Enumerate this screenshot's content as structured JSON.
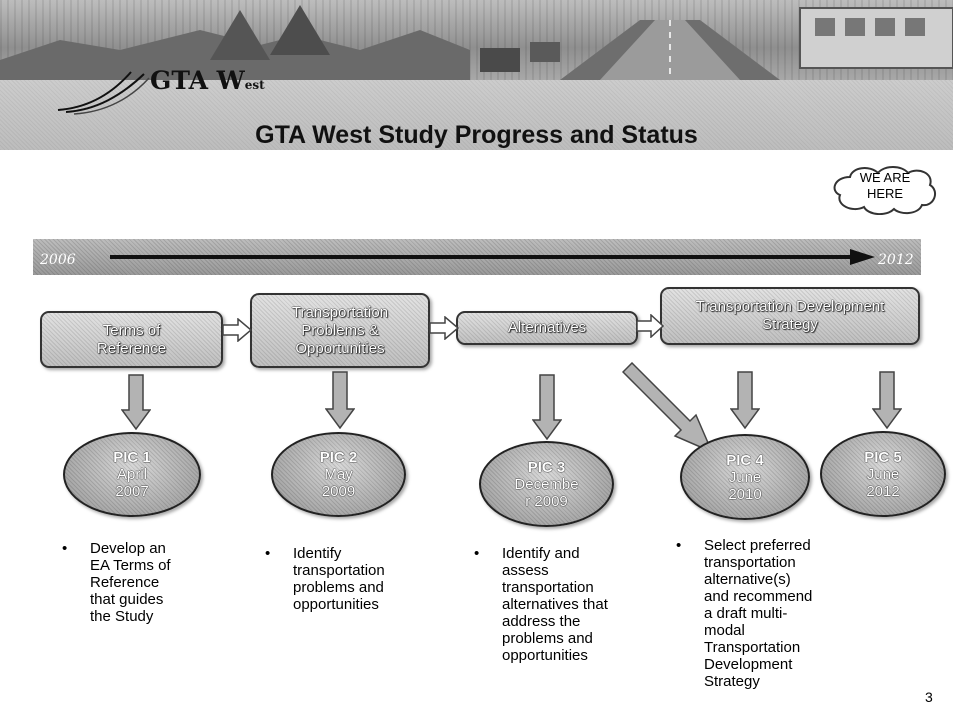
{
  "header": {
    "logo_main": "GTA W",
    "logo_sub": "est",
    "title": "GTA West Study Progress and Status"
  },
  "callout": {
    "line1": "WE ARE",
    "line2": "HERE"
  },
  "timeline": {
    "start_year": "2006",
    "end_year": "2012"
  },
  "phases": [
    {
      "label_lines": [
        "Terms of",
        "Reference"
      ]
    },
    {
      "label_lines": [
        "Transportation",
        "Problems &",
        "Opportunities"
      ]
    },
    {
      "label_lines": [
        "Alternatives"
      ]
    },
    {
      "label_lines": [
        "Transportation Development",
        "Strategy"
      ]
    }
  ],
  "pics": [
    {
      "title": "PIC 1",
      "month": "April",
      "year": "2007"
    },
    {
      "title": "PIC 2",
      "month": "May",
      "year": "2009"
    },
    {
      "title": "PIC 3",
      "month": "Decembe",
      "year": "r 2009"
    },
    {
      "title": "PIC 4",
      "month": "June",
      "year": "2010"
    },
    {
      "title": "PIC 5",
      "month": "June",
      "year": "2012"
    }
  ],
  "bullets": [
    {
      "lines": [
        "Develop an",
        "EA Terms of",
        "Reference",
        "that guides",
        "the Study"
      ]
    },
    {
      "lines": [
        "Identify",
        "transportation",
        "problems and",
        "opportunities"
      ]
    },
    {
      "lines": [
        "Identify and",
        "assess",
        "transportation",
        "alternatives that",
        "address the",
        "problems and",
        "opportunities"
      ]
    },
    {
      "lines": [
        "Select preferred",
        "transportation",
        "alternative(s)",
        "and recommend",
        "a draft multi-",
        "modal",
        "Transportation",
        "Development",
        "Strategy"
      ]
    }
  ],
  "bullet_symbol": "•",
  "page_number": "3",
  "icons": [
    "gta-west-logo-icon",
    "we-are-here-cloud-icon",
    "timeline-arrow-icon",
    "down-arrow-icon",
    "right-arrow-icon",
    "diagonal-arrow-icon"
  ]
}
